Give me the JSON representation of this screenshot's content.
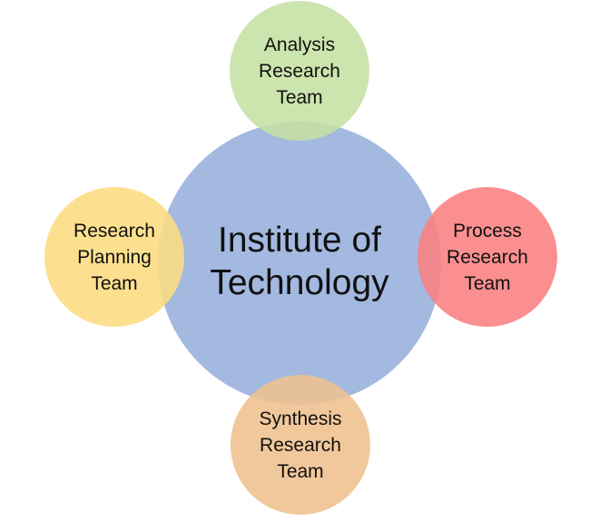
{
  "diagram": {
    "center": {
      "lines": [
        "Institute of",
        "Technology"
      ],
      "color": "#a3b9e0"
    },
    "top": {
      "lines": [
        "Analysis",
        "Research",
        "Team"
      ],
      "color": "#c5e0a2"
    },
    "left": {
      "lines": [
        "Research",
        "Planning",
        "Team"
      ],
      "color": "#fcdc80"
    },
    "right": {
      "lines": [
        "Process",
        "Research",
        "Team"
      ],
      "color": "#fb7f7f"
    },
    "bottom": {
      "lines": [
        "Synthesis",
        "Research",
        "Team"
      ],
      "color": "#efc08e"
    }
  }
}
